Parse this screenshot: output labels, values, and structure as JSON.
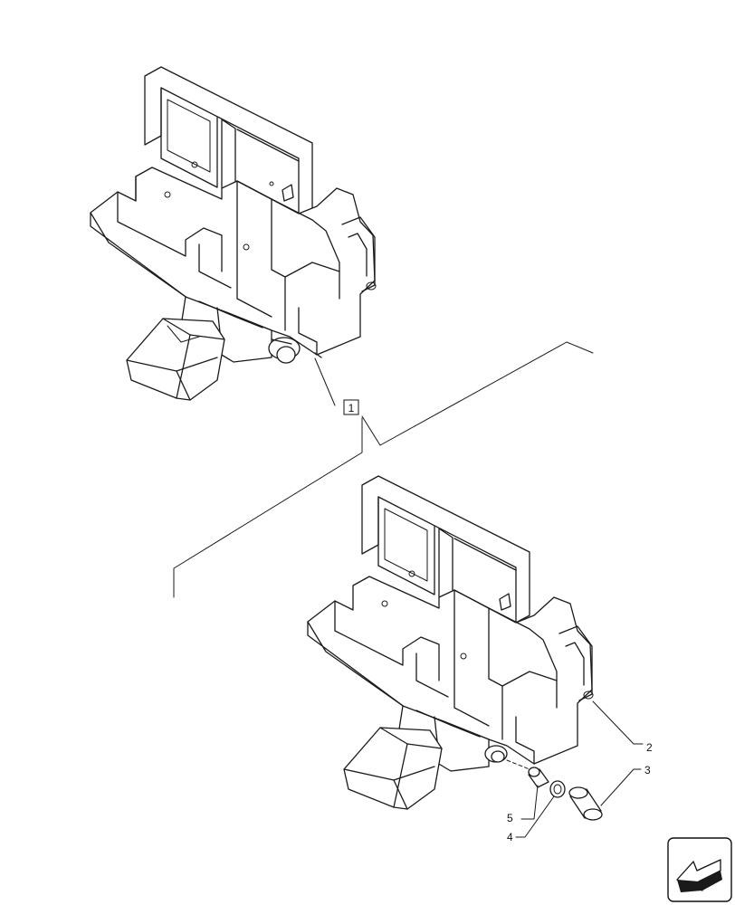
{
  "diagram": {
    "callouts": [
      {
        "id": "callout-1",
        "text": "1",
        "boxed": true
      },
      {
        "id": "callout-2",
        "text": "2",
        "boxed": false
      },
      {
        "id": "callout-3",
        "text": "3",
        "boxed": false
      },
      {
        "id": "callout-4",
        "text": "4",
        "boxed": false
      },
      {
        "id": "callout-5",
        "text": "5",
        "boxed": false
      }
    ],
    "nav_icon": "arrow-navigation-icon"
  }
}
